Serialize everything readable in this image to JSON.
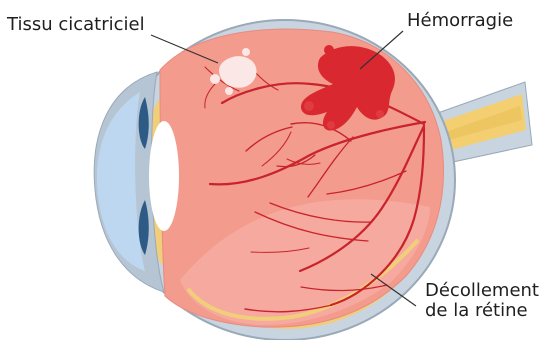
{
  "labels": {
    "scar_tissue": "Tissu cicatriciel",
    "hemorrhage": "Hémorragie",
    "detachment_line1": "Décollement",
    "detachment_line2": "de la rétine"
  },
  "colors": {
    "sclera": "#c8d4df",
    "sclera_stroke": "#9aa9b7",
    "choroid_band": "#f1cf7a",
    "retina_fill": "#f39b8d",
    "retina_detached": "#f6aba0",
    "vessel": "#c9232b",
    "hemorrhage": "#d9282f",
    "scar": "#fbe7e6",
    "optic_nerve": "#f3cf72",
    "optic_nerve_sheath": "#c8d4df",
    "cornea": "#bcd7ef",
    "lens": "#ffffff",
    "iris": "#2e5b86",
    "leader_line": "#333333"
  }
}
